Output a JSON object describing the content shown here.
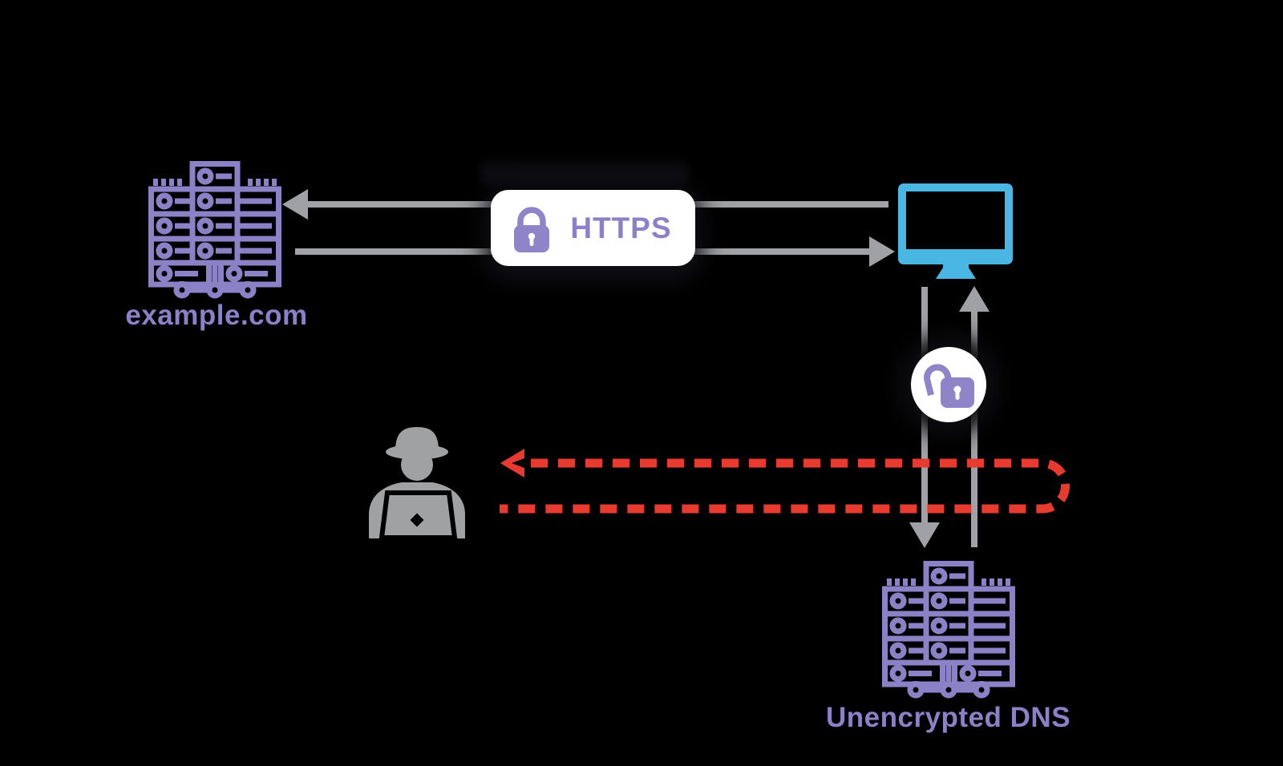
{
  "title": "Unencrypted DNS eavesdropping diagram",
  "colors": {
    "background": "#000000",
    "purple": "#8b81c6",
    "purple_lock": "#8f84c8",
    "blue": "#4ab6e4",
    "gray": "#9fa1a4",
    "red": "#e83b2f",
    "white": "#ffffff"
  },
  "nodes": {
    "website": {
      "label": "example.com",
      "icon": "server-rack-icon"
    },
    "client": {
      "icon": "desktop-monitor-icon"
    },
    "dns_resolver": {
      "label": "Unencrypted DNS",
      "icon": "server-rack-icon"
    },
    "eavesdropper": {
      "icon": "spy-icon"
    }
  },
  "badges": {
    "https": {
      "label": "HTTPS",
      "icon": "closed-padlock-icon"
    },
    "unencrypted": {
      "icon": "open-padlock-icon"
    }
  },
  "connections": [
    {
      "from": "client",
      "to": "website",
      "direction": "left",
      "style": "solid",
      "color": "gray",
      "through": "https badge"
    },
    {
      "from": "website",
      "to": "client",
      "direction": "right",
      "style": "solid",
      "color": "gray",
      "through": "https badge"
    },
    {
      "from": "client",
      "to": "dns_resolver",
      "direction": "down",
      "style": "solid",
      "color": "gray",
      "through": "open padlock circle"
    },
    {
      "from": "dns_resolver",
      "to": "client",
      "direction": "up",
      "style": "solid",
      "color": "gray",
      "through": "open padlock circle"
    },
    {
      "from": "dns_traffic",
      "to": "eavesdropper",
      "direction": "left",
      "style": "dashed",
      "color": "red",
      "shape": "u-turn loop tapping the DNS lines"
    }
  ]
}
